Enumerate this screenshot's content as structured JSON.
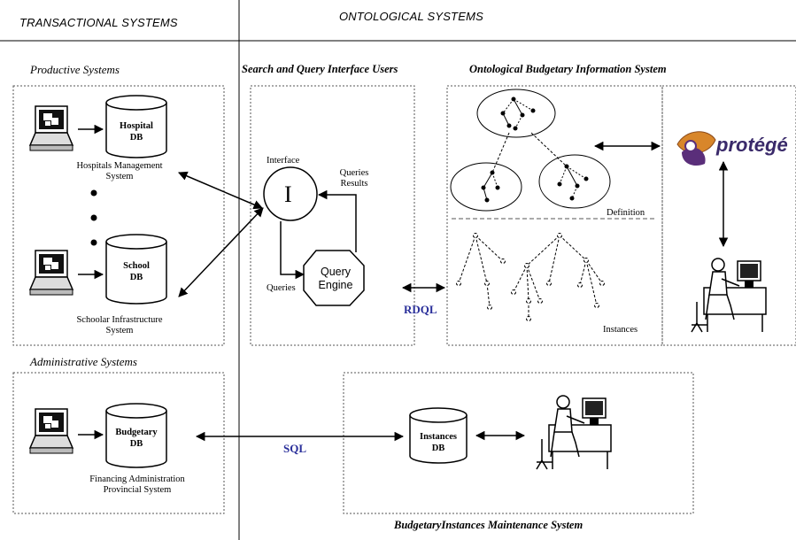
{
  "headers": {
    "left": "TRANSACTIONAL SYSTEMS",
    "right": "ONTOLOGICAL SYSTEMS"
  },
  "sections": {
    "productive": "Productive Systems",
    "administrative": "Administrative Systems",
    "search": "Search and Query Interface Users",
    "ontological": "Ontological Budgetary Information System",
    "maintenance": "BudgetaryInstances Maintenance System"
  },
  "databases": {
    "hospital": {
      "line1": "Hospital",
      "line2": "DB"
    },
    "school": {
      "line1": "School",
      "line2": "DB"
    },
    "budgetary": {
      "line1": "Budgetary",
      "line2": "DB"
    },
    "instances": {
      "line1": "Instances",
      "line2": "DB"
    }
  },
  "systems": {
    "hospital": {
      "line1": "Hospitals Management",
      "line2": "System"
    },
    "school": {
      "line1": "Schoolar Infrastructure",
      "line2": "System"
    },
    "financing": {
      "line1": "Financing Administration",
      "line2": "Provincial System"
    }
  },
  "interface": {
    "label": "Interface",
    "symbol": "I",
    "results_line1": "Queries",
    "results_line2": "Results",
    "queries": "Queries",
    "engine_line1": "Query",
    "engine_line2": "Engine"
  },
  "ontology": {
    "definition": "Definition",
    "instances": "Instances"
  },
  "protocols": {
    "rdql": "RDQL",
    "sql": "SQL"
  },
  "logo": {
    "text": "protégé"
  }
}
